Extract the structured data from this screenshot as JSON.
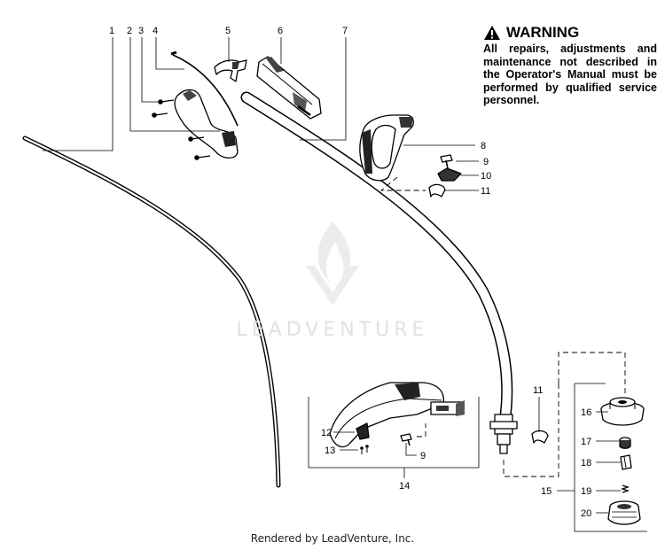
{
  "warning": {
    "icon": "warning-triangle-icon",
    "title": "WARNING",
    "body": "All repairs, adjustments and maintenance not described in the Operator's Manual must be performed by qualified service personnel."
  },
  "callouts": {
    "n1": "1",
    "n2": "2",
    "n3": "3",
    "n4": "4",
    "n5": "5",
    "n6": "6",
    "n7": "7",
    "n8": "8",
    "n9a": "9",
    "n10": "10",
    "n11a": "11",
    "n11b": "11",
    "n12": "12",
    "n13": "13",
    "n9b": "9",
    "n14": "14",
    "n15": "15",
    "n16": "16",
    "n17": "17",
    "n18": "18",
    "n19": "19",
    "n20": "20"
  },
  "watermark": {
    "logo": "leadventure-flame-logo",
    "text": "LEADVENTURE"
  },
  "footer": "Rendered by LeadVenture, Inc."
}
